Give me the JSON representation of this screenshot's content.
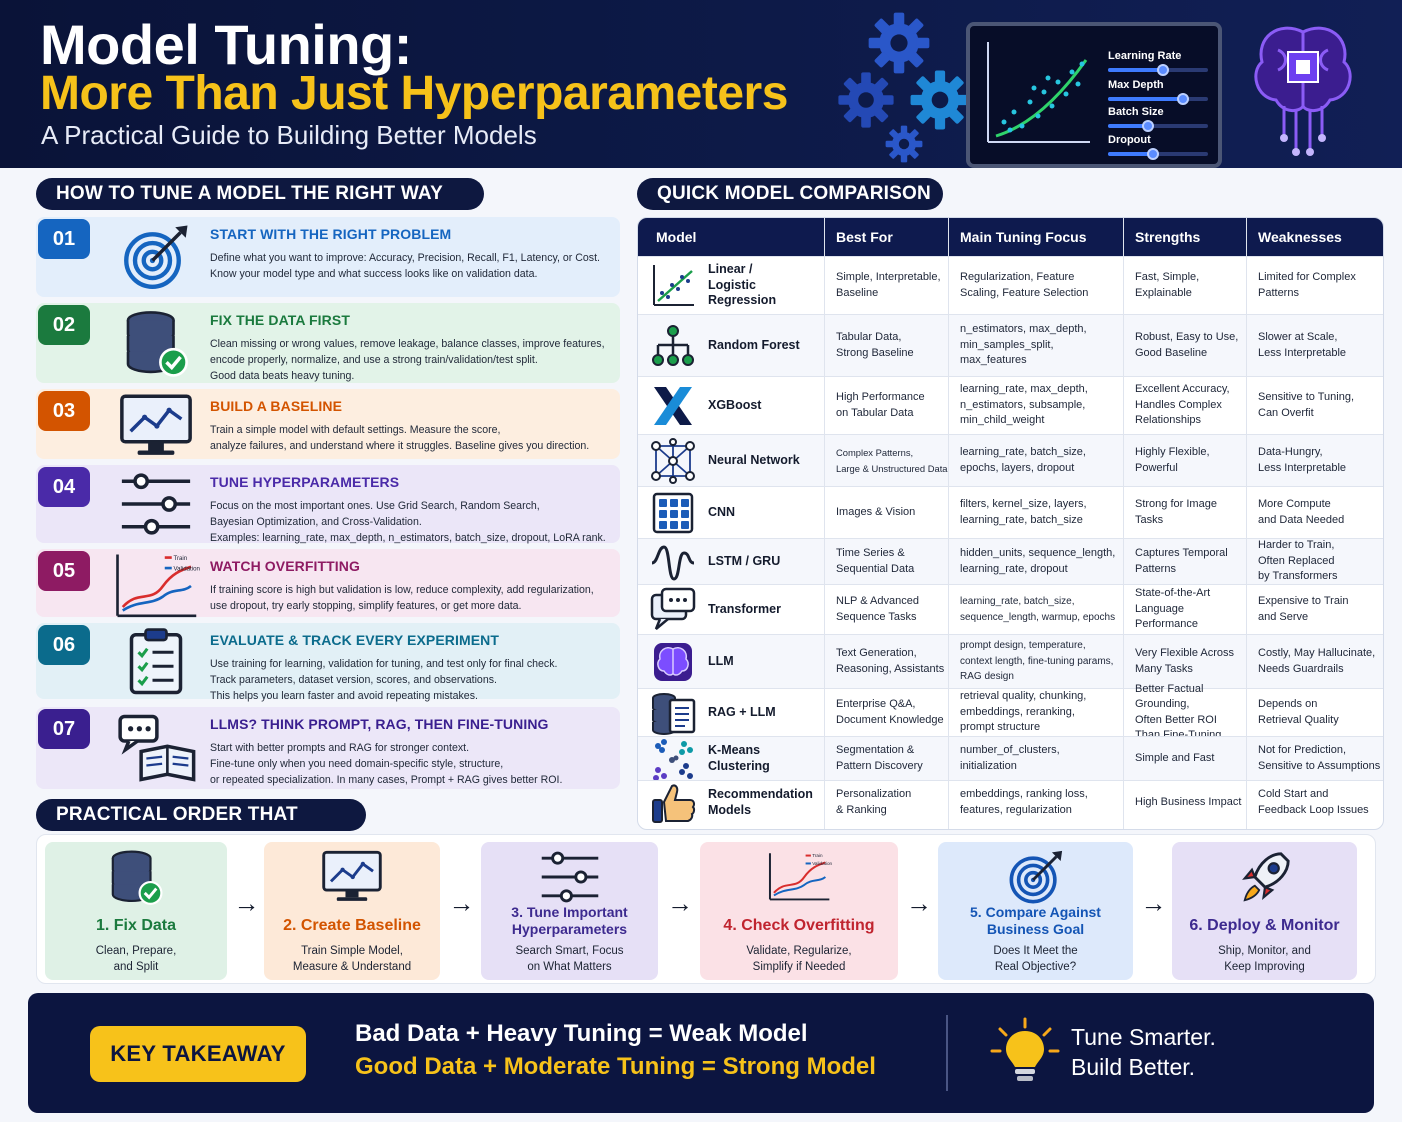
{
  "header": {
    "title_line1": "Model Tuning:",
    "title_line2": "More Than Just Hyperparameters",
    "subtitle": "A Practical Guide to Building Better Models",
    "laptop_sliders": [
      {
        "label": "Learning Rate",
        "level": 0.55
      },
      {
        "label": "Max Depth",
        "level": 0.75
      },
      {
        "label": "Batch Size",
        "level": 0.4
      },
      {
        "label": "Dropout",
        "level": 0.45
      }
    ]
  },
  "sections": {
    "how_to": "HOW TO TUNE A MODEL THE RIGHT WAY",
    "comparison": "QUICK MODEL COMPARISON",
    "order": "PRACTICAL ORDER THAT WORKS"
  },
  "steps": [
    {
      "num": "01",
      "title": "START WITH THE RIGHT PROBLEM",
      "desc": "Define what you want to improve: Accuracy, Precision, Recall, F1, Latency, or Cost.\nKnow your model type and what success looks like on validation data.",
      "icon": "target-icon",
      "accent": "#1565c0",
      "bg": "#e3eefb"
    },
    {
      "num": "02",
      "title": "FIX THE DATA FIRST",
      "desc": "Clean missing or wrong values, remove leakage, balance classes, improve features,\nencode properly, normalize, and use a strong train/validation/test split.\nGood data beats heavy tuning.",
      "icon": "database-check-icon",
      "accent": "#1b7a3e",
      "bg": "#e2f3e8"
    },
    {
      "num": "03",
      "title": "BUILD A BASELINE",
      "desc": "Train a simple model with default settings. Measure the score,\nanalyze failures, and understand where it struggles. Baseline gives you direction.",
      "icon": "monitor-chart-icon",
      "accent": "#d35400",
      "bg": "#fdeee0"
    },
    {
      "num": "04",
      "title": "TUNE HYPERPARAMETERS",
      "desc": "Focus on the most important ones. Use Grid Search, Random Search,\nBayesian Optimization, and Cross-Validation.\nExamples: learning_rate, max_depth, n_estimators, batch_size, dropout, LoRA rank.",
      "icon": "sliders-icon",
      "accent": "#4a2aa8",
      "bg": "#ebe6f8"
    },
    {
      "num": "05",
      "title": "WATCH OVERFITTING",
      "desc": "If training score is high but validation is low, reduce complexity, add regularization,\nuse dropout, try early stopping, simplify features, or get more data.",
      "icon": "overfit-chart-icon",
      "accent": "#8e1b63",
      "bg": "#f7e6f1",
      "legend_train": "Train",
      "legend_validation": "Validation"
    },
    {
      "num": "06",
      "title": "EVALUATE & TRACK EVERY EXPERIMENT",
      "desc": "Use training for learning, validation for tuning, and test only for final check.\nTrack parameters, dataset version, scores, and observations.\nThis helps you learn faster and avoid repeating mistakes.",
      "icon": "clipboard-checklist-icon",
      "accent": "#0b6b8c",
      "bg": "#e2f0f6"
    },
    {
      "num": "07",
      "title": "LLMS? THINK PROMPT, RAG, THEN FINE-TUNING",
      "desc": "Start with better prompts and RAG for stronger context.\nFine-tune only when you need domain-specific style, structure,\nor repeated specialization. In many cases, Prompt + RAG gives better ROI.",
      "icon": "chat-book-icon",
      "accent": "#3a1f8f",
      "bg": "#ece7f8"
    }
  ],
  "table": {
    "headers": [
      "Model",
      "Best For",
      "Main Tuning Focus",
      "Strengths",
      "Weaknesses"
    ],
    "rows": [
      {
        "model": "Linear /\nLogistic Regression",
        "best_for": "Simple, Interpretable,\nBaseline",
        "tuning": "Regularization, Feature\nScaling, Feature Selection",
        "strengths": "Fast, Simple,\nExplainable",
        "weaknesses": "Limited for Complex\nPatterns",
        "icon": "scatter-trend-icon"
      },
      {
        "model": "Random Forest",
        "best_for": "Tabular Data,\nStrong Baseline",
        "tuning": "n_estimators, max_depth,\nmin_samples_split,\nmax_features",
        "strengths": "Robust, Easy to Use,\nGood Baseline",
        "weaknesses": "Slower at Scale,\nLess Interpretable",
        "icon": "tree-icon"
      },
      {
        "model": "XGBoost",
        "best_for": "High Performance\non Tabular Data",
        "tuning": "learning_rate, max_depth,\nn_estimators, subsample,\nmin_child_weight",
        "strengths": "Excellent Accuracy,\nHandles Complex\nRelationships",
        "weaknesses": "Sensitive to Tuning,\nCan Overfit",
        "icon": "xgboost-logo-icon"
      },
      {
        "model": "Neural Network",
        "best_for": "Complex Patterns,\nLarge & Unstructured Data",
        "tuning": "learning_rate, batch_size,\nepochs, layers, dropout",
        "strengths": "Highly Flexible,\nPowerful",
        "weaknesses": "Data-Hungry,\nLess Interpretable",
        "icon": "network-icon"
      },
      {
        "model": "CNN",
        "best_for": "Images & Vision",
        "tuning": "filters, kernel_size, layers,\nlearning_rate, batch_size",
        "strengths": "Strong for Image\nTasks",
        "weaknesses": "More Compute\nand Data Needed",
        "icon": "grid-icon"
      },
      {
        "model": "LSTM / GRU",
        "best_for": "Time Series &\nSequential Data",
        "tuning": "hidden_units, sequence_length,\nlearning_rate, dropout",
        "strengths": "Captures Temporal\nPatterns",
        "weaknesses": "Harder to Train,\nOften Replaced\nby Transformers",
        "icon": "wave-icon"
      },
      {
        "model": "Transformer",
        "best_for": "NLP & Advanced\nSequence Tasks",
        "tuning": "learning_rate, batch_size,\nsequence_length, warmup, epochs",
        "strengths": "State-of-the-Art\nLanguage Performance",
        "weaknesses": "Expensive to Train\nand Serve",
        "icon": "chat-bubble-icon"
      },
      {
        "model": "LLM",
        "best_for": "Text Generation,\nReasoning, Assistants",
        "tuning": "prompt design, temperature,\ncontext length, fine-tuning params,\nRAG design",
        "strengths": "Very Flexible Across\nMany Tasks",
        "weaknesses": "Costly, May Hallucinate,\nNeeds Guardrails",
        "icon": "brain-chip-icon"
      },
      {
        "model": "RAG + LLM",
        "best_for": "Enterprise Q&A,\nDocument Knowledge",
        "tuning": "retrieval quality, chunking,\nembeddings, reranking,\nprompt structure",
        "strengths": "Better Factual Grounding,\nOften Better ROI\nThan Fine-Tuning",
        "weaknesses": "Depends on\nRetrieval Quality",
        "icon": "database-doc-icon"
      },
      {
        "model": "K-Means\nClustering",
        "best_for": "Segmentation &\nPattern Discovery",
        "tuning": "number_of_clusters,\ninitialization",
        "strengths": "Simple and Fast",
        "weaknesses": "Not for Prediction,\nSensitive to Assumptions",
        "icon": "clusters-icon"
      },
      {
        "model": "Recommendation\nModels",
        "best_for": "Personalization\n& Ranking",
        "tuning": "embeddings, ranking loss,\nfeatures, regularization",
        "strengths": "High Business Impact",
        "weaknesses": "Cold Start and\nFeedback Loop Issues",
        "icon": "thumbs-up-icon"
      }
    ]
  },
  "flow": [
    {
      "title": "1. Fix Data",
      "sub": "Clean, Prepare,\nand Split",
      "icon": "database-check-icon",
      "color": "#1b7a3e",
      "bg": "#dff1e6"
    },
    {
      "title": "2. Create Baseline",
      "sub": "Train Simple Model,\nMeasure & Understand",
      "icon": "monitor-chart-icon",
      "color": "#d35400",
      "bg": "#fde9d8"
    },
    {
      "title": "3. Tune Important\nHyperparameters",
      "sub": "Search Smart, Focus\non What Matters",
      "icon": "sliders-icon",
      "color": "#3d2a8f",
      "bg": "#e6e0f6"
    },
    {
      "title": "4. Check Overfitting",
      "sub": "Validate, Regularize,\nSimplify if Needed",
      "icon": "overfit-chart-icon",
      "color": "#c0242f",
      "bg": "#fbe1e6",
      "legend_train": "Train",
      "legend_validation": "Validation"
    },
    {
      "title": "5. Compare Against\nBusiness Goal",
      "sub": "Does It Meet the\nReal Objective?",
      "icon": "target-icon",
      "color": "#1455b5",
      "bg": "#dde9fb"
    },
    {
      "title": "6. Deploy & Monitor",
      "sub": "Ship, Monitor, and\nKeep Improving",
      "icon": "rocket-icon",
      "color": "#3d2a8f",
      "bg": "#e6e0f6"
    }
  ],
  "takeaway": {
    "badge": "KEY TAKEAWAY",
    "line1": "Bad Data + Heavy Tuning = Weak Model",
    "line2": "Good Data + Moderate Tuning = Strong Model",
    "right1": "Tune Smarter.",
    "right2": "Build Better."
  }
}
